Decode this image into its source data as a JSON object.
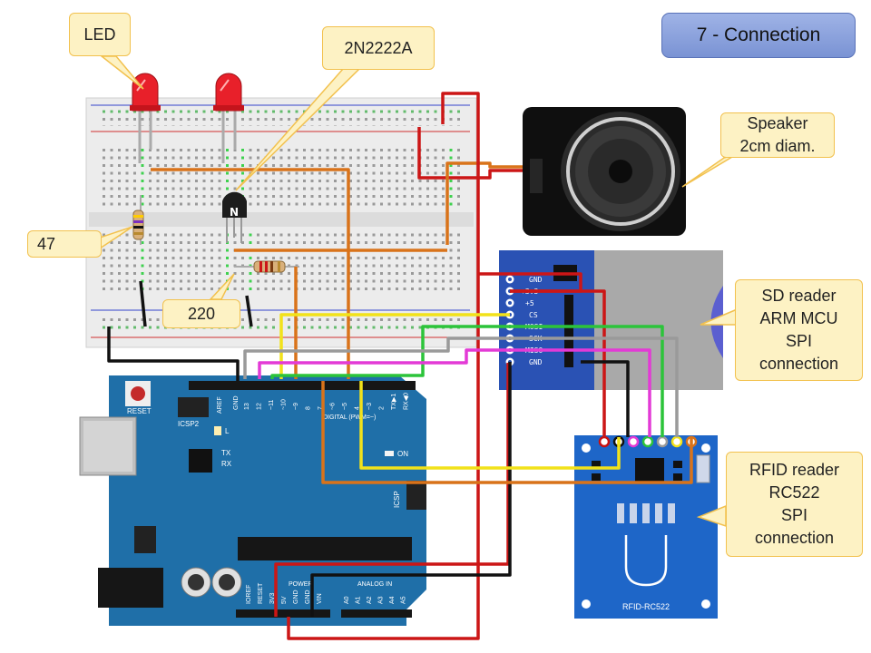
{
  "title": "7 - Connection",
  "callouts": {
    "led": "LED",
    "transistor": "2N2222A",
    "speaker": [
      "Speaker",
      "2cm diam."
    ],
    "resistor_47": "47",
    "resistor_220": "220",
    "sd": [
      "SD reader",
      "ARM MCU",
      "SPI",
      "connection"
    ],
    "rfid": [
      "RFID reader",
      "RC522",
      "SPI",
      "connection"
    ]
  },
  "board": {
    "reset": "RESET",
    "icsp2": "ICSP2",
    "icsp": "ICSP",
    "aref": "AREF",
    "gnd": "GND",
    "digital": "DIGITAL (PWM=~)",
    "tx": "TX",
    "rx": "RX",
    "l": "L",
    "on": "ON",
    "power": "POWER",
    "analog_in": "ANALOG IN",
    "top_pins": [
      "13",
      "12",
      "~11",
      "~10",
      "~9",
      "8",
      "7",
      "~6",
      "~5",
      "4",
      "~3",
      "2",
      "TX▶1",
      "RX◀0"
    ],
    "power_pins": [
      "IOREF",
      "RESET",
      "3V3",
      "5V",
      "GND",
      "GND",
      "VIN"
    ],
    "analog_pins": [
      "A0",
      "A1",
      "A2",
      "A3",
      "A4",
      "A5"
    ]
  },
  "sd_pins": [
    "GND",
    "+3.3",
    "+5",
    "CS",
    "MOSI",
    "SCK",
    "MISO",
    "GND"
  ],
  "rfid_label": "RFID-RC522",
  "transistor_mark": "N",
  "colors": {
    "board": "#1f6fa8",
    "red": "#cc1616",
    "black": "#1a1a1a",
    "orange": "#d9731a",
    "yellow": "#f2e21a",
    "green": "#2cc43a",
    "grey": "#9a9a9a",
    "magenta": "#e33ad6",
    "callout_fill": "#fdf2c4",
    "callout_border": "#f2c14e",
    "title_fill": "#8da4dd"
  }
}
